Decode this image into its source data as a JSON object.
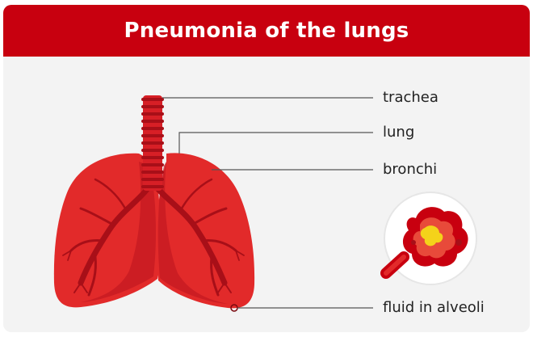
{
  "title": "Pneumonia of the lungs",
  "labels": {
    "trachea": "trachea",
    "lung": "lung",
    "bronchi": "bronchi",
    "fluid": "fluid in alveoli"
  },
  "colors": {
    "header": "#c8000f",
    "background": "#f3f3f3",
    "lung_main": "#e22a2a",
    "lung_dark": "#b8141c",
    "fluid": "#f4d21a"
  }
}
